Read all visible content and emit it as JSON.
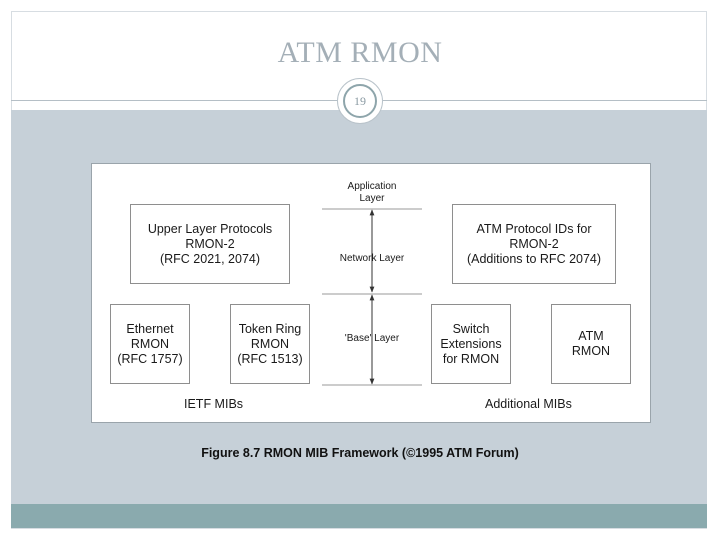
{
  "slide": {
    "title": "ATM RMON",
    "page_number": "19"
  },
  "diagram": {
    "layers": {
      "application": "Application\nLayer",
      "network": "Network Layer",
      "base": "'Base' Layer"
    },
    "boxes": {
      "upper_layer": "Upper Layer Protocols\nRMON-2\n(RFC 2021, 2074)",
      "atm_protocol_ids": "ATM Protocol IDs for\nRMON-2\n(Additions to RFC 2074)",
      "ethernet": "Ethernet\nRMON\n(RFC 1757)",
      "token_ring": "Token Ring\nRMON\n(RFC 1513)",
      "switch_ext": "Switch\nExtensions\nfor RMON",
      "atm_rmon": "ATM\nRMON"
    },
    "groups": {
      "ietf": "IETF MIBs",
      "additional": "Additional MIBs"
    },
    "caption": "Figure 8.7 RMON MIB Framework (©1995 ATM Forum)"
  },
  "colors": {
    "title": "#a4afb7",
    "gray_band": "#c6d0d8",
    "teal_band": "#8aaaae"
  }
}
